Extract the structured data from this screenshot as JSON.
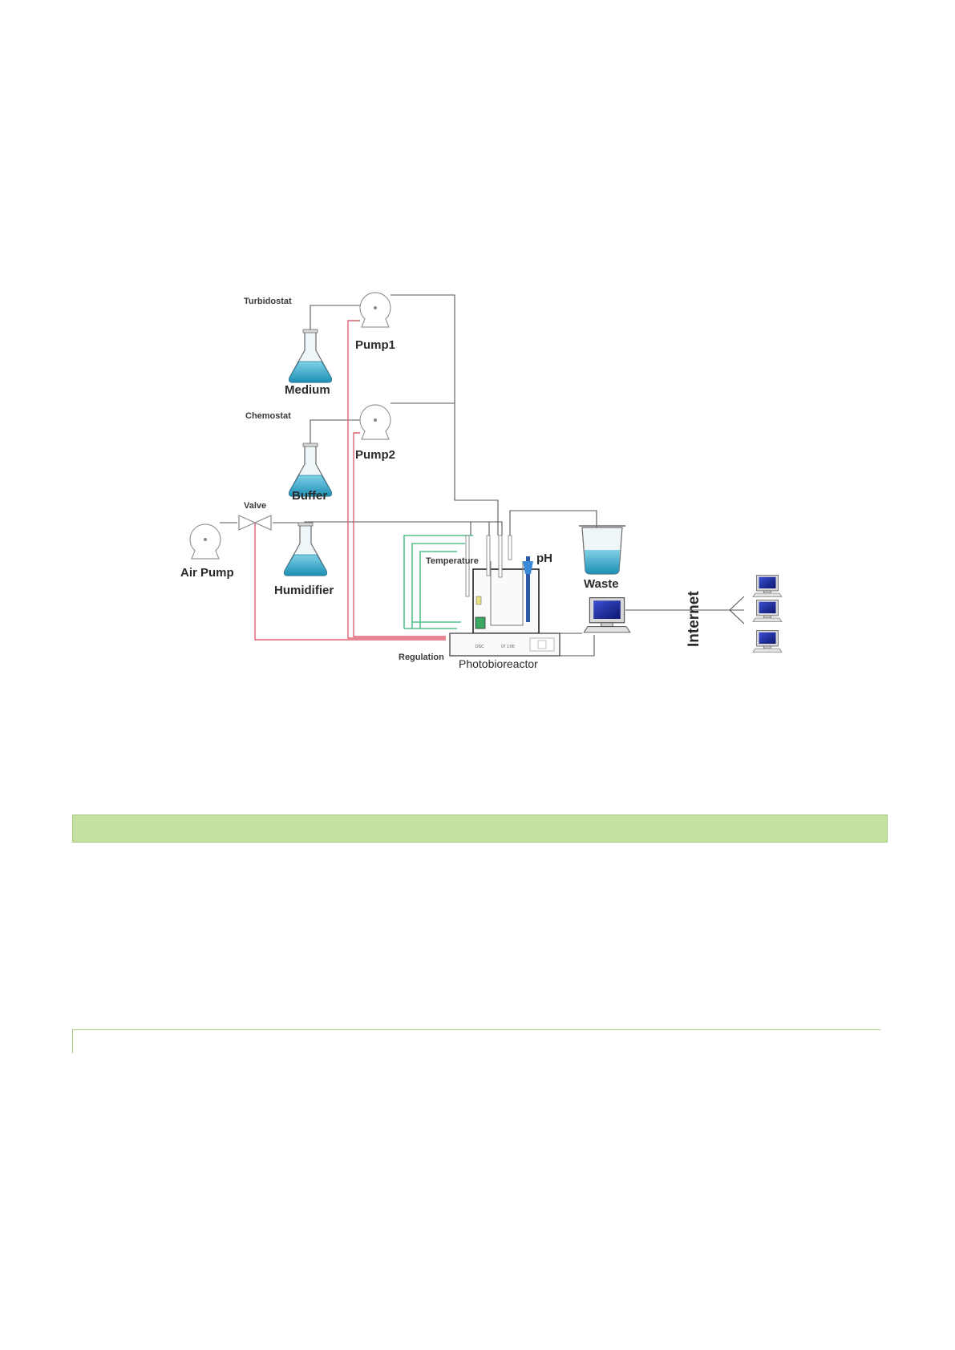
{
  "labels": {
    "turbidostat": "Turbidostat",
    "pump1": "Pump1",
    "medium": "Medium",
    "chemostat": "Chemostat",
    "pump2": "Pump2",
    "buffer": "Buffer",
    "valve": "Valve",
    "air_pump": "Air Pump",
    "humidifier": "Humidifier",
    "temperature": "Temperature",
    "ph": "pH",
    "waste": "Waste",
    "internet": "Internet",
    "regulation": "Regulation",
    "photobioreactor": "Photobioreactor",
    "panel_left": "DSC",
    "panel_mid": "07 1:00"
  },
  "colors": {
    "liquid": "#2fa8c8",
    "gas_line": "#e06070",
    "sensor_line": "#55c08a",
    "monitor_screen": "#1a2a8a",
    "section_bar": "#c5e0a0",
    "section_border": "#a8cc80"
  },
  "icons": [
    "pump-icon",
    "flask-icon",
    "valve-icon",
    "beaker-icon",
    "computer-icon",
    "network-fork-icon"
  ]
}
